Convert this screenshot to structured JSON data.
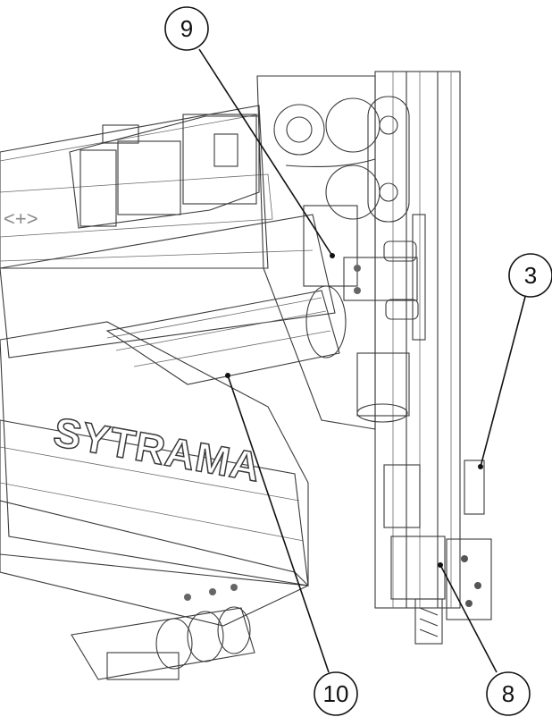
{
  "brand_text": "SYTRAMA",
  "panel_glyphs": "<+>",
  "callouts": [
    {
      "label": "9"
    },
    {
      "label": "3"
    },
    {
      "label": "10"
    },
    {
      "label": "8"
    }
  ],
  "colors": {
    "line": "#111111",
    "surface": "#e6e6e6",
    "shadow": "#9a9a9a",
    "background": "#ffffff"
  }
}
